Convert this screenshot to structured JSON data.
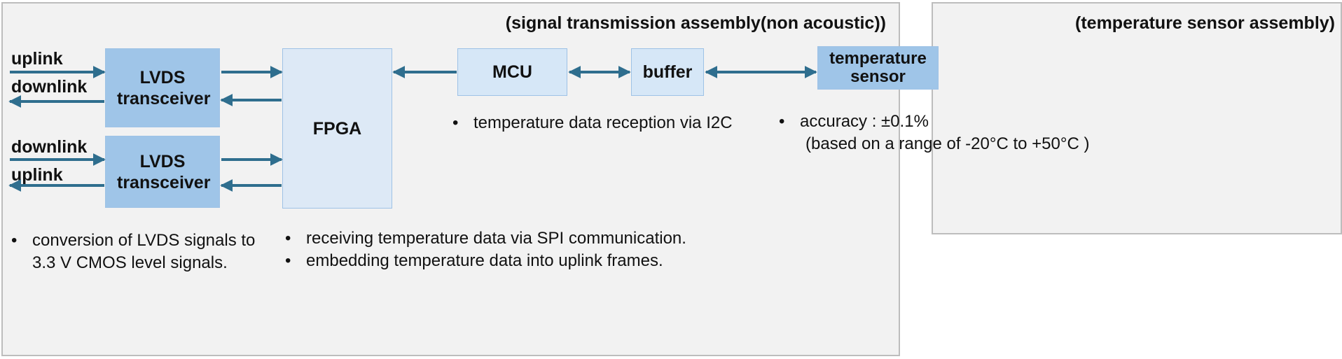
{
  "signal_panel": {
    "title": "(signal transmission assembly(non acoustic))",
    "blocks": {
      "lvds_top": "LVDS transceiver",
      "lvds_bottom": "LVDS transceiver",
      "fpga": "FPGA",
      "mcu": "MCU",
      "buffer": "buffer"
    },
    "links": {
      "top_in": "uplink",
      "top_out": "downlink",
      "bottom_in": "downlink",
      "bottom_out": "uplink"
    },
    "notes": {
      "lvds": [
        "conversion of LVDS signals to",
        "3.3 V CMOS level signals."
      ],
      "fpga": [
        "receiving temperature data via SPI communication.",
        "embedding temperature data into uplink frames."
      ],
      "mcu": [
        "temperature data reception via I2C"
      ]
    }
  },
  "temp_panel": {
    "title": "(temperature sensor assembly)",
    "sensor": "temperature sensor",
    "accuracy_line": "accuracy : ±0.1%",
    "range_line": "(based on a range of -20°C to +50°C )"
  },
  "colors": {
    "arrow": "#2f6e8e",
    "block_dark": "#9fc5e8",
    "block_light": "#d6e7f7",
    "panel": "#f2f2f2",
    "panel_border": "#bdbdbd"
  }
}
